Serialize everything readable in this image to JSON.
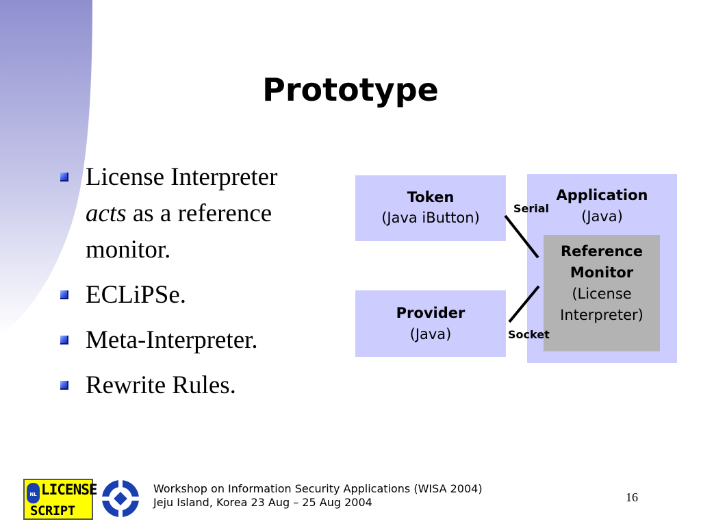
{
  "title": "Prototype",
  "bullets": [
    {
      "line1": "License Interpreter",
      "emph": "acts",
      "line2_rest": " as a reference",
      "line3": "monitor."
    },
    {
      "text": "ECLiPSe."
    },
    {
      "text": "Meta-Interpreter."
    },
    {
      "text": "Rewrite Rules."
    }
  ],
  "diagram": {
    "token": {
      "name": "Token",
      "detail": "(Java iButton)"
    },
    "provider": {
      "name": "Provider",
      "detail": "(Java)"
    },
    "application": {
      "name": "Application",
      "detail": "(Java)"
    },
    "reference_monitor": {
      "name1": "Reference",
      "name2": "Monitor",
      "detail1": "(License",
      "detail2": "Interpreter)"
    },
    "serial_label": "Serial",
    "socket_label": "Socket"
  },
  "footer": {
    "logo1_top": "LICENSE",
    "logo1_bottom": "SCRIPT",
    "logo1_badge": "NL",
    "line1": "Workshop on Information Security Applications (WISA 2004)",
    "line2": "Jeju Island, Korea 23 Aug – 25 Aug 2004",
    "page_number": "16"
  },
  "colors": {
    "box_fill": "#ccccff",
    "monitor_fill": "#b3b3b3",
    "swoosh": "#8888cc",
    "logo_yellow": "#ffff00",
    "logo_blue": "#1a3fb0"
  }
}
